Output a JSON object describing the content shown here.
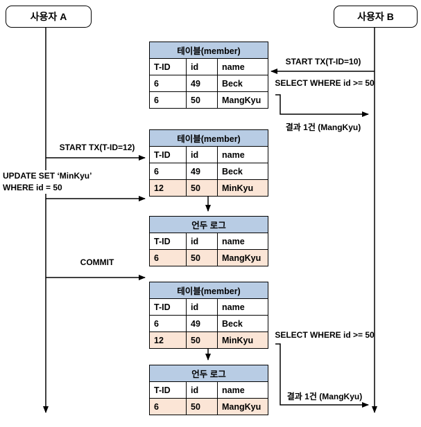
{
  "actors": {
    "a": "사용자 A",
    "b": "사용자 B"
  },
  "tables": [
    {
      "title": "테이블(member)",
      "headers": [
        "T-ID",
        "id",
        "name"
      ],
      "rows": [
        {
          "tid": "6",
          "id": "49",
          "name": "Beck",
          "highlight": false
        },
        {
          "tid": "6",
          "id": "50",
          "name": "MangKyu",
          "highlight": false
        }
      ]
    },
    {
      "title": "테이블(member)",
      "headers": [
        "T-ID",
        "id",
        "name"
      ],
      "rows": [
        {
          "tid": "6",
          "id": "49",
          "name": "Beck",
          "highlight": false
        },
        {
          "tid": "12",
          "id": "50",
          "name": "MinKyu",
          "highlight": true
        }
      ]
    },
    {
      "title": "언두 로그",
      "headers": [
        "T-ID",
        "id",
        "name"
      ],
      "rows": [
        {
          "tid": "6",
          "id": "50",
          "name": "MangKyu",
          "highlight": true
        }
      ]
    },
    {
      "title": "테이블(member)",
      "headers": [
        "T-ID",
        "id",
        "name"
      ],
      "rows": [
        {
          "tid": "6",
          "id": "49",
          "name": "Beck",
          "highlight": false
        },
        {
          "tid": "12",
          "id": "50",
          "name": "MinKyu",
          "highlight": true
        }
      ]
    },
    {
      "title": "언두 로그",
      "headers": [
        "T-ID",
        "id",
        "name"
      ],
      "rows": [
        {
          "tid": "6",
          "id": "50",
          "name": "MangKyu",
          "highlight": true
        }
      ]
    }
  ],
  "messages": {
    "start_tx_b": "START TX(T-ID=10)",
    "select_b1": "SELECT WHERE id >= 50",
    "result_b1": "결과 1건 (MangKyu)",
    "start_tx_a": "START TX(T-ID=12)",
    "update_line1": "UPDATE SET ‘MinKyu’",
    "update_line2": "WHERE id = 50",
    "commit": "COMMIT",
    "select_b2": "SELECT WHERE id >= 50",
    "result_b2": "결과 1건 (MangKyu)"
  },
  "colors": {
    "table_header": "#b8cce4",
    "row_highlight": "#fbe5d6",
    "line": "#000000"
  }
}
